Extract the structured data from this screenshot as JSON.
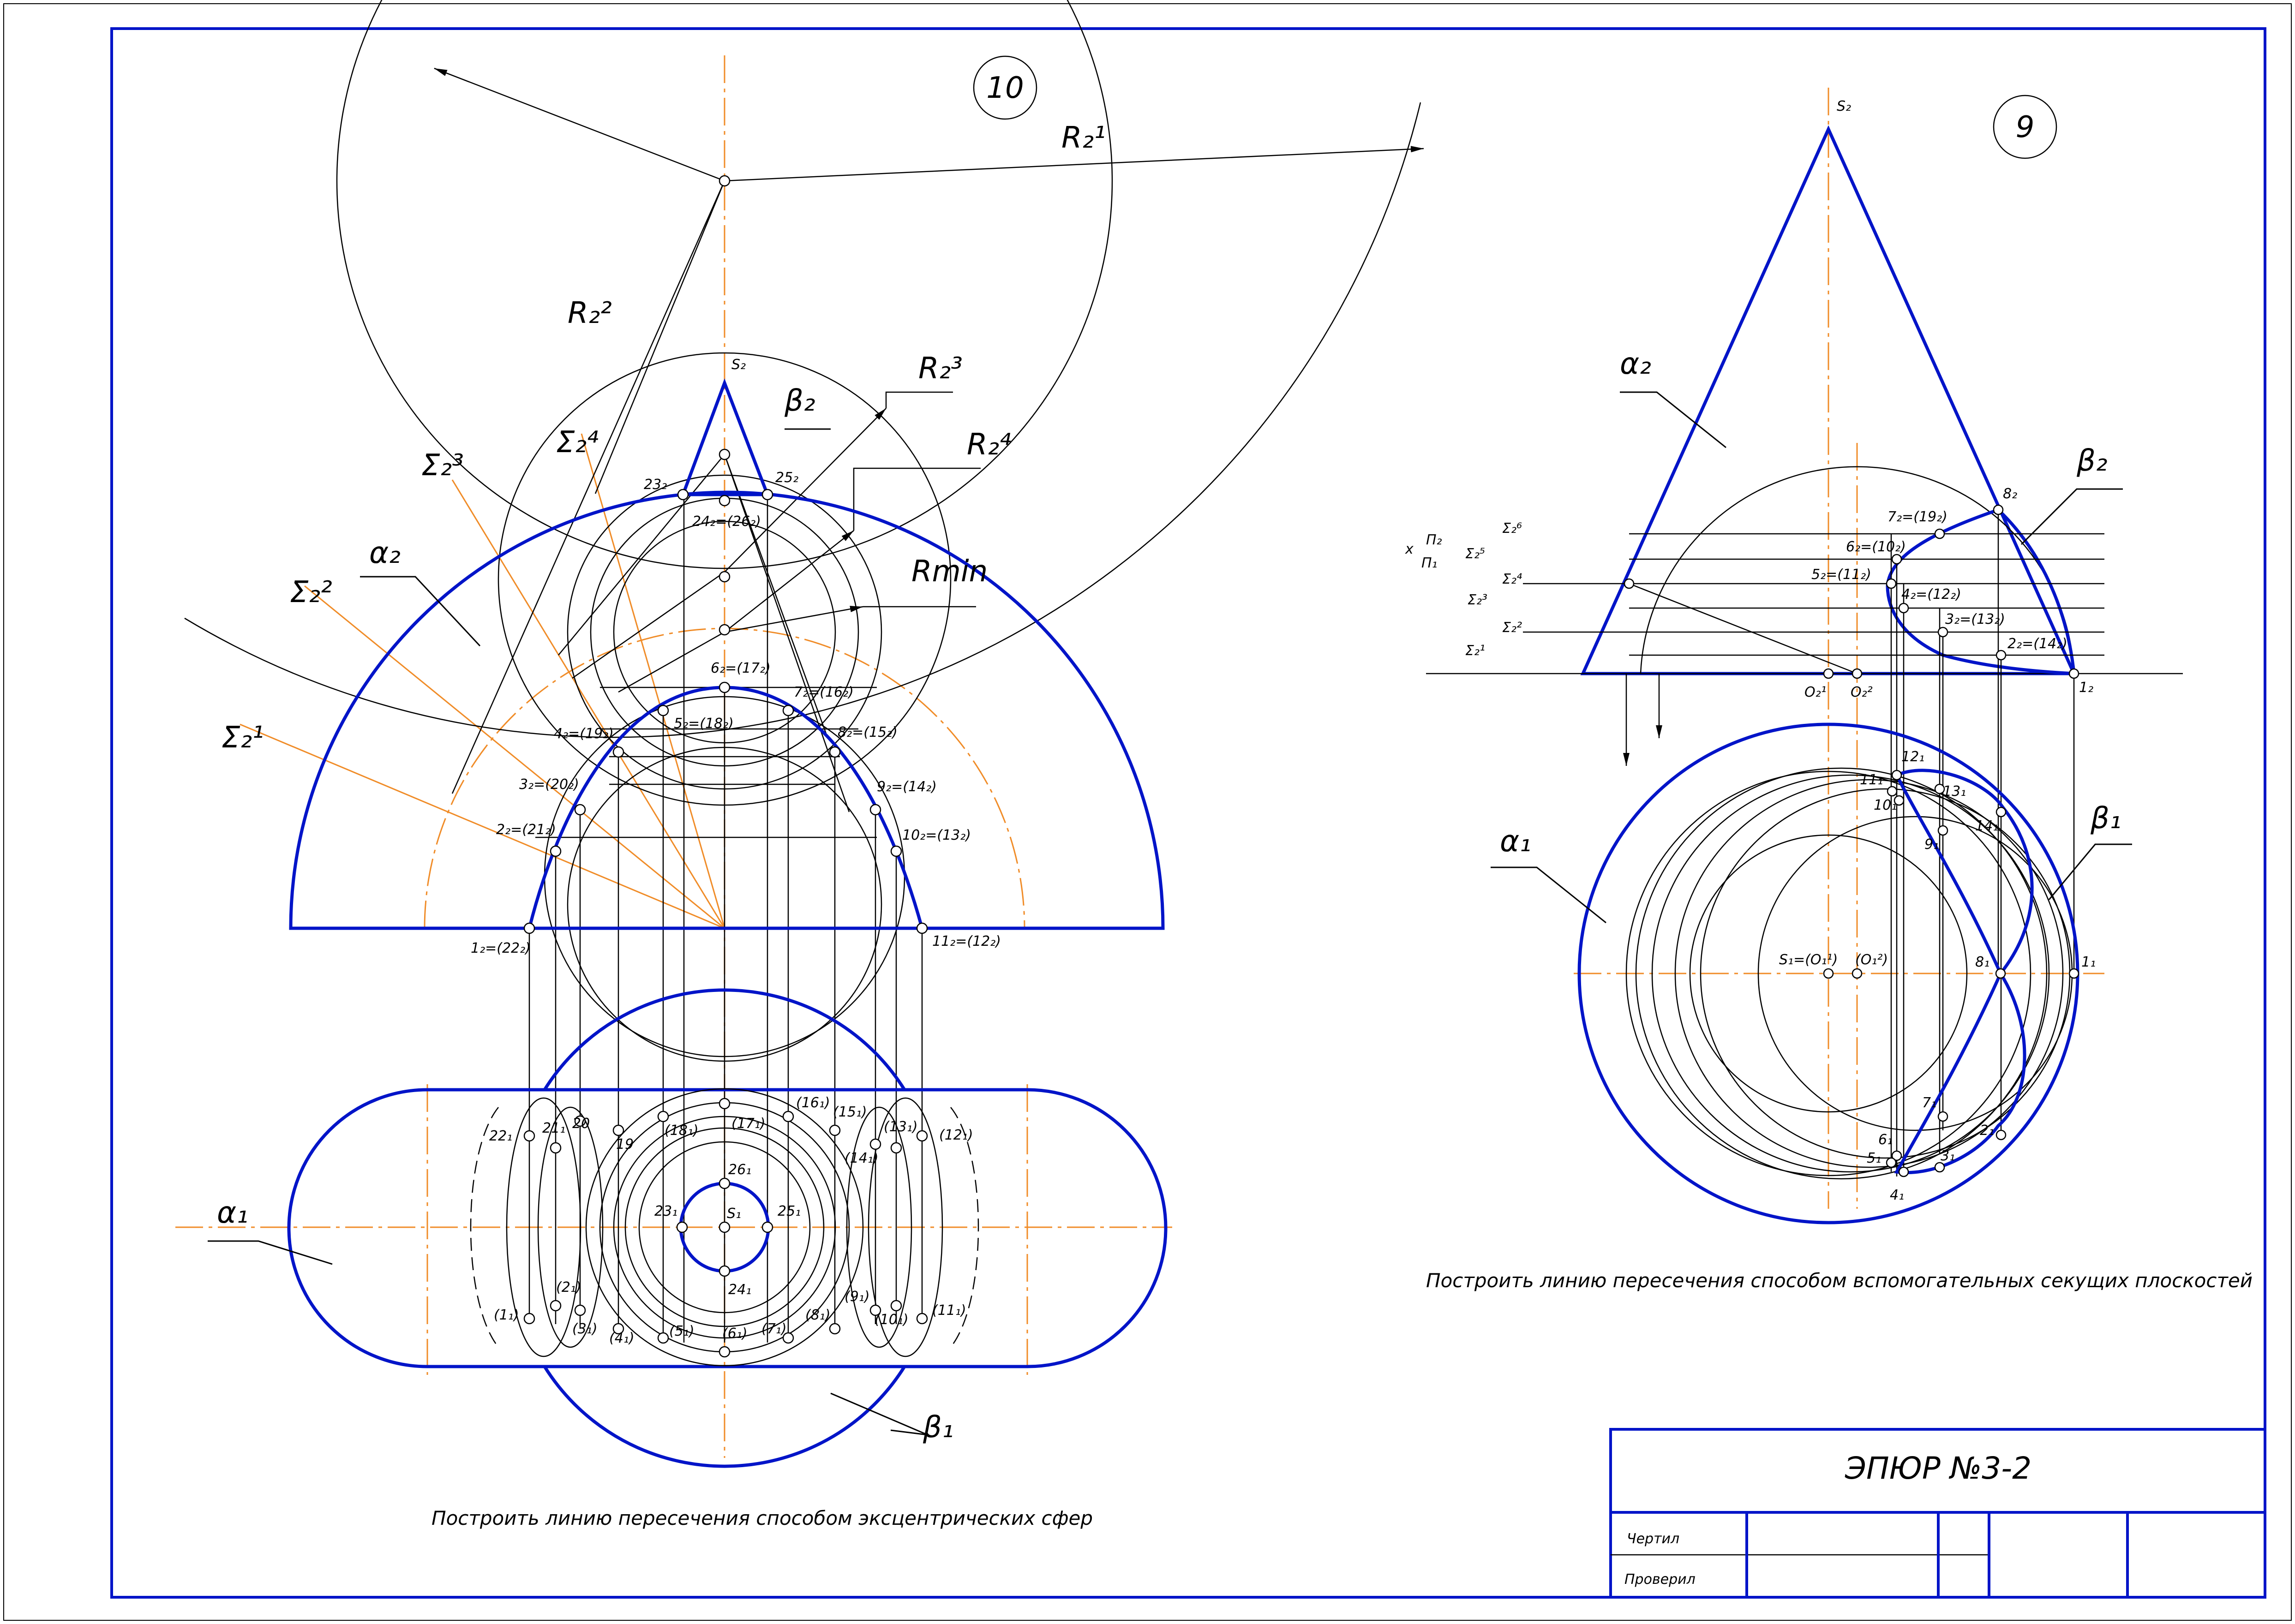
{
  "sheet": {
    "title": "ЭПЮР №3-2",
    "rows": [
      {
        "label": "Чертил"
      },
      {
        "label": "Проверил"
      }
    ]
  },
  "problem10": {
    "number": "10",
    "caption": "Построить линию пересечения способом эксцентрических сфер",
    "radius_labels": [
      "R₂¹",
      "R₂²",
      "R₂³",
      "R₂⁴",
      "Rmin"
    ],
    "plane_labels": [
      "Σ₂¹",
      "Σ₂²",
      "Σ₂³",
      "Σ₂⁴"
    ],
    "surface_labels": {
      "alpha2": "α₂",
      "beta2": "β₂",
      "alpha1": "α₁",
      "beta1": "β₁"
    },
    "front_points": [
      "S₂",
      "23₂",
      "25₂",
      "24₂=(26₂)",
      "6₂=(17₂)",
      "5₂=(18₂)",
      "7₂=(16₂)",
      "4₂=(19₂)",
      "8₂=(15₂)",
      "3₂=(20₂)",
      "9₂=(14₂)",
      "2₂=(21₂)",
      "10₂=(13₂)",
      "1₂=(22₂)",
      "11₂=(12₂)"
    ],
    "top_points": [
      "22₁",
      "21₁",
      "20",
      "19",
      "(18₁)",
      "(17₁)",
      "(16₁)",
      "(15₁)",
      "(14₁)",
      "(13₁)",
      "(12₁)",
      "26₁",
      "23₁",
      "S₁",
      "25₁",
      "24₁",
      "(1₁)",
      "(2₁)",
      "(3₁)",
      "(4₁)",
      "(5₁)",
      "(6₁)",
      "(7₁)",
      "(8₁)",
      "(9₁)",
      "(10₁)",
      "(11₁)"
    ]
  },
  "problem9": {
    "number": "9",
    "caption": "Построить линию пересечения способом вспомогательных секущих плоскостей",
    "surface_labels": {
      "alpha2": "α₂",
      "beta2": "β₂",
      "alpha1": "α₁",
      "beta1": "β₁"
    },
    "plane_labels": [
      "Σ₂⁶",
      "Σ₂⁵",
      "Σ₂⁴",
      "Σ₂³",
      "Σ₂²",
      "Σ₂¹"
    ],
    "axis_labels": [
      "x",
      "Π₂",
      "Π₁"
    ],
    "front_points": [
      "S₂",
      "8₂",
      "7₂=(19₂)",
      "6₂=(10₂)",
      "5₂=(11₂)",
      "4₂=(12₂)",
      "3₂=(13₂)",
      "2₂=(14₂)",
      "1₂",
      "O₂¹",
      "O₂²"
    ],
    "top_points": [
      "12₁",
      "11₁",
      "10₁",
      "13₁",
      "9₁",
      "14₁",
      "S₁=(O₁¹)",
      "(O₁²)",
      "8₁",
      "1₁",
      "7₁",
      "6₁",
      "5₁",
      "4₁",
      "3₁",
      "2₁"
    ]
  },
  "colors": {
    "line": "#000000",
    "contour": "#0014c8",
    "axis": "#f08c28"
  }
}
